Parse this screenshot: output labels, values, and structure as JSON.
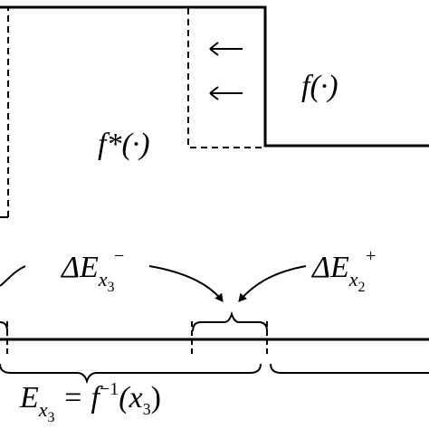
{
  "labels": {
    "f_solid": "f(·)",
    "f_star": "f*(·)",
    "delta_left_base": "ΔE",
    "delta_left_sub": "x",
    "delta_left_subsub": "3",
    "delta_left_sup": "−",
    "delta_right_base": "ΔE",
    "delta_right_sub": "x",
    "delta_right_subsub": "2",
    "delta_right_sup": "+",
    "bottom_E": "E",
    "bottom_sub": "x",
    "bottom_subsub": "3",
    "bottom_eq": " = f",
    "bottom_sup": "−1",
    "bottom_arg": "(x",
    "bottom_arg_sub": "3",
    "bottom_close": ")"
  },
  "arrows": [
    "←",
    "←"
  ]
}
